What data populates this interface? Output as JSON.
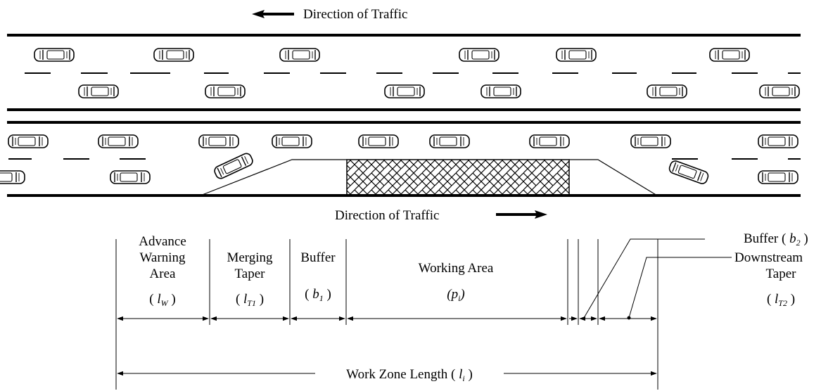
{
  "top_direction": "Direction of Traffic",
  "bottom_direction": "Direction of Traffic",
  "segments": {
    "advance": {
      "l1": "Advance",
      "l2": "Warning",
      "l3": "Area",
      "sym": "l",
      "sub": "W"
    },
    "merging": {
      "l1": "Merging",
      "l2": "Taper",
      "sym": "l",
      "sub": "T1"
    },
    "buffer1": {
      "l1": "Buffer",
      "sym": "b",
      "sub": "1"
    },
    "working": {
      "l1": "Working Area",
      "sym": "p",
      "sub": "i"
    }
  },
  "callouts": {
    "buffer2": {
      "label": "Buffer",
      "sym": "b",
      "sub": "2"
    },
    "downstream": {
      "l1": "Downstream",
      "l2": "Taper",
      "sym": "l",
      "sub": "T2"
    }
  },
  "total": {
    "label": "Work Zone Length",
    "sym": "l",
    "sub": "i"
  }
}
